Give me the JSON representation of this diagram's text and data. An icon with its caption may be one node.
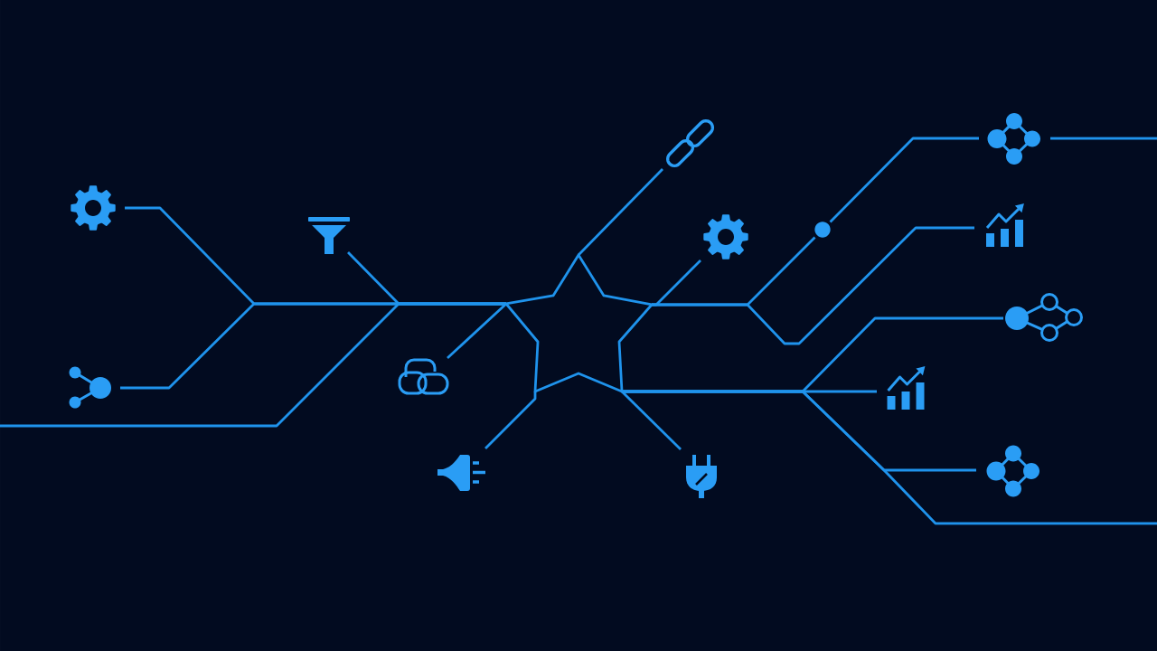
{
  "diagram": {
    "nodes": [
      {
        "text": [],
        "shape": "picture"
      },
      {
        "text": [],
        "shape": "picture"
      },
      {
        "text": [],
        "shape": "picture"
      },
      {
        "text": [],
        "shape": "picture"
      },
      {
        "text": [],
        "shape": "picture"
      },
      {
        "text": [],
        "shape": "star"
      },
      {
        "text": [],
        "shape": "picture"
      },
      {
        "text": [],
        "shape": "picture"
      },
      {
        "text": [],
        "shape": "picture"
      },
      {
        "text": [],
        "shape": "circle"
      },
      {
        "text": [],
        "shape": "picture"
      },
      {
        "text": [],
        "shape": "picture"
      },
      {
        "text": [],
        "shape": "picture"
      },
      {
        "text": [],
        "shape": "picture"
      },
      {
        "text": [],
        "shape": "picture"
      }
    ],
    "edges": [
      {
        "from": 0,
        "to": 5,
        "arrow": "none"
      },
      {
        "from": 1,
        "to": 5,
        "arrow": "none"
      },
      {
        "from": 2,
        "to": 5,
        "arrow": "none"
      },
      {
        "from": null,
        "to": 5,
        "arrow": "none"
      },
      {
        "from": 3,
        "to": 5,
        "arrow": "none"
      },
      {
        "from": 4,
        "to": 5,
        "arrow": "none"
      },
      {
        "from": 6,
        "to": 5,
        "arrow": "none"
      },
      {
        "from": 8,
        "to": 5,
        "arrow": "none"
      },
      {
        "from": 5,
        "to": 9,
        "arrow": "none"
      },
      {
        "from": 9,
        "to": 10,
        "arrow": "none"
      },
      {
        "from": 10,
        "to": null,
        "arrow": "none"
      },
      {
        "from": 5,
        "to": 11,
        "arrow": "none"
      },
      {
        "from": 5,
        "to": 12,
        "arrow": "none"
      },
      {
        "from": 5,
        "to": 13,
        "arrow": "none"
      },
      {
        "from": 5,
        "to": 14,
        "arrow": "none"
      },
      {
        "from": 5,
        "to": null,
        "arrow": "none"
      },
      {
        "from": 7,
        "to": 5,
        "arrow": "none"
      }
    ]
  }
}
